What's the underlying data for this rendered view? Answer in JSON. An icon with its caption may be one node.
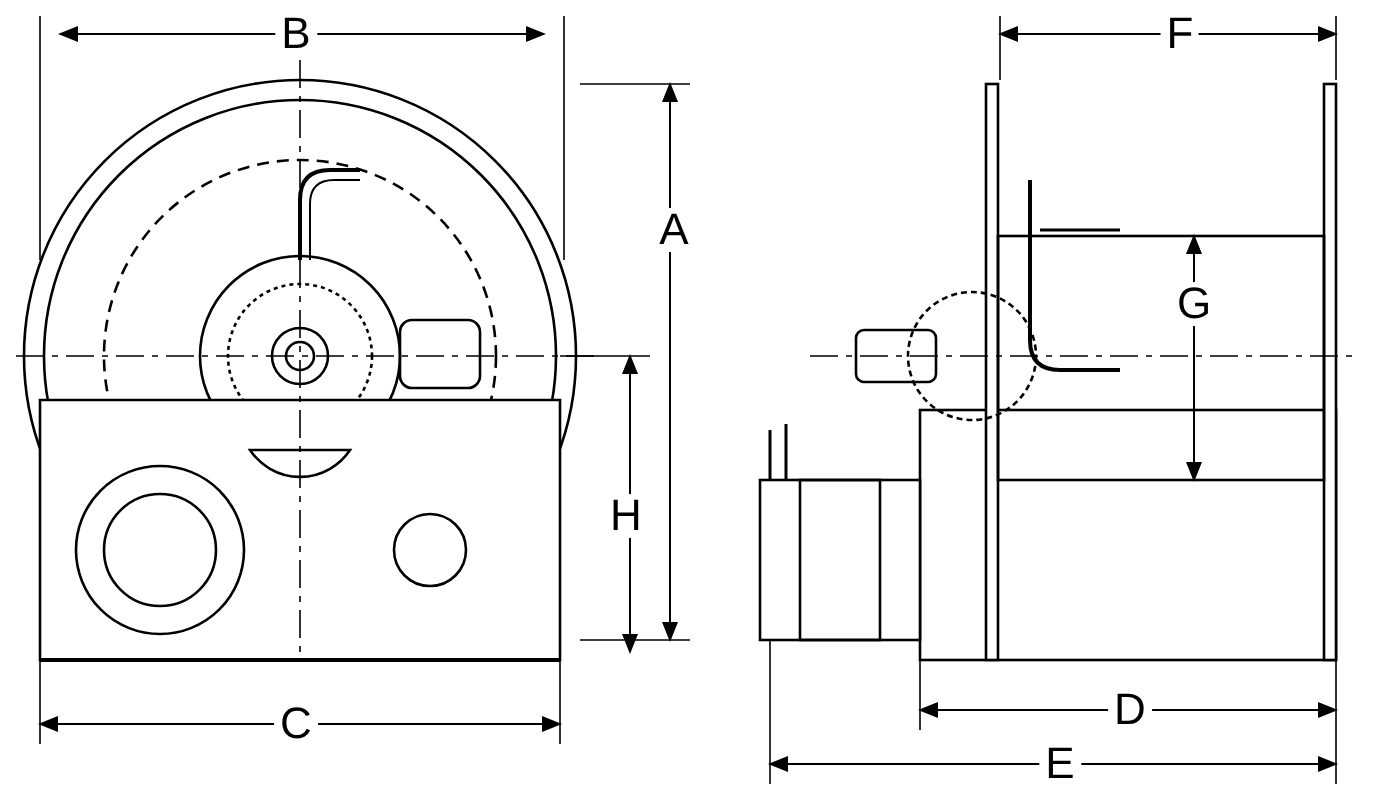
{
  "diagram": {
    "labels": [
      "B",
      "F",
      "A",
      "G",
      "H",
      "C",
      "D",
      "E"
    ]
  }
}
